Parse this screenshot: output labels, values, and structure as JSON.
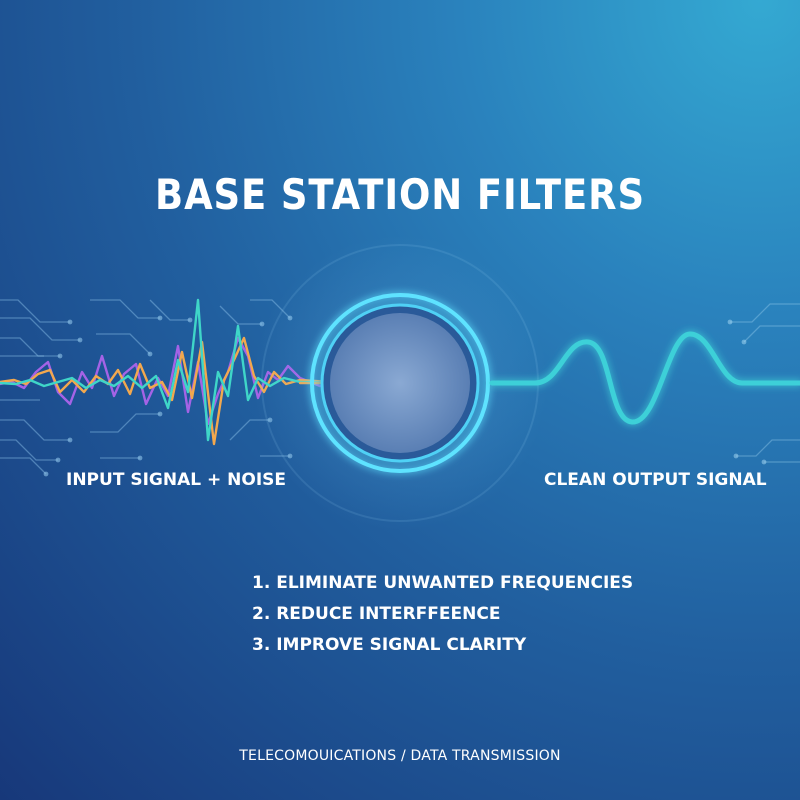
{
  "title": "BASE STATION FILTERS",
  "input_label": "INPUT SIGNAL + NOISE",
  "output_label": "CLEAN OUTPUT SIGNAL",
  "benefits": [
    "1. ELIMINATE UNWANTED FREQUENCIES",
    "2. REDUCE INTERFFEENCE",
    "3. IMPROVE SIGNAL CLARITY"
  ],
  "footer": "TELECOMOUICATIONS / DATA TRANSMISSION",
  "colors": {
    "background_light": "#34a9d2",
    "background_dark": "#17387a",
    "ring": "#5fe3ff",
    "output_wave": "#3dd0d8",
    "noise_orange": "#f2a84e",
    "noise_purple": "#a463e6",
    "noise_teal": "#3fd6c8"
  },
  "icons": [
    "circuit-traces-left",
    "circuit-traces-right",
    "filter-ring-icon",
    "arrow-icon"
  ]
}
